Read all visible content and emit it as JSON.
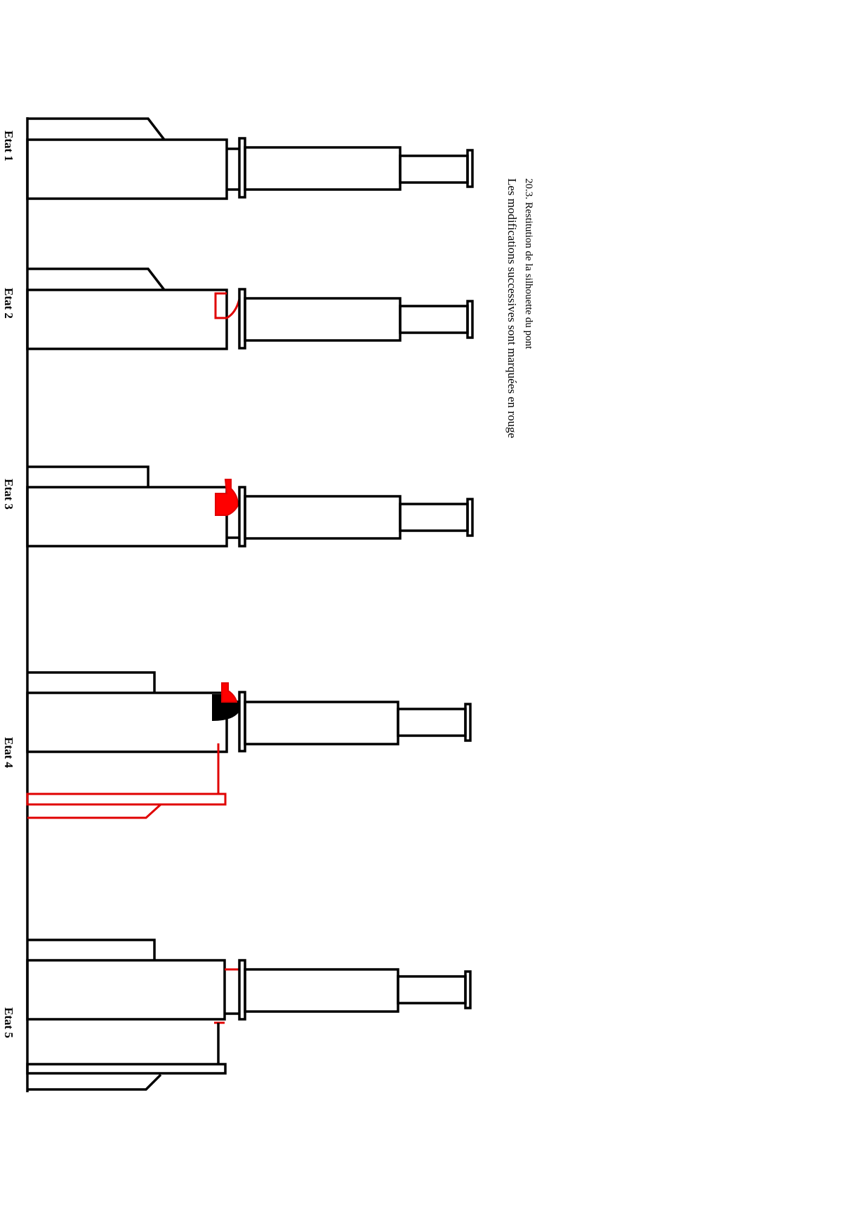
{
  "caption": {
    "line1": "20.3. Restitution de la silhouette du pont",
    "line2": "Les modifications successives sont marquées en rouge"
  },
  "states": [
    {
      "label": "Etat 1"
    },
    {
      "label": "Etat 2"
    },
    {
      "label": "Etat 3"
    },
    {
      "label": "Etat 4"
    },
    {
      "label": "Etat 5"
    }
  ],
  "colors": {
    "structure": "#000000",
    "modification": "#ff0000"
  }
}
